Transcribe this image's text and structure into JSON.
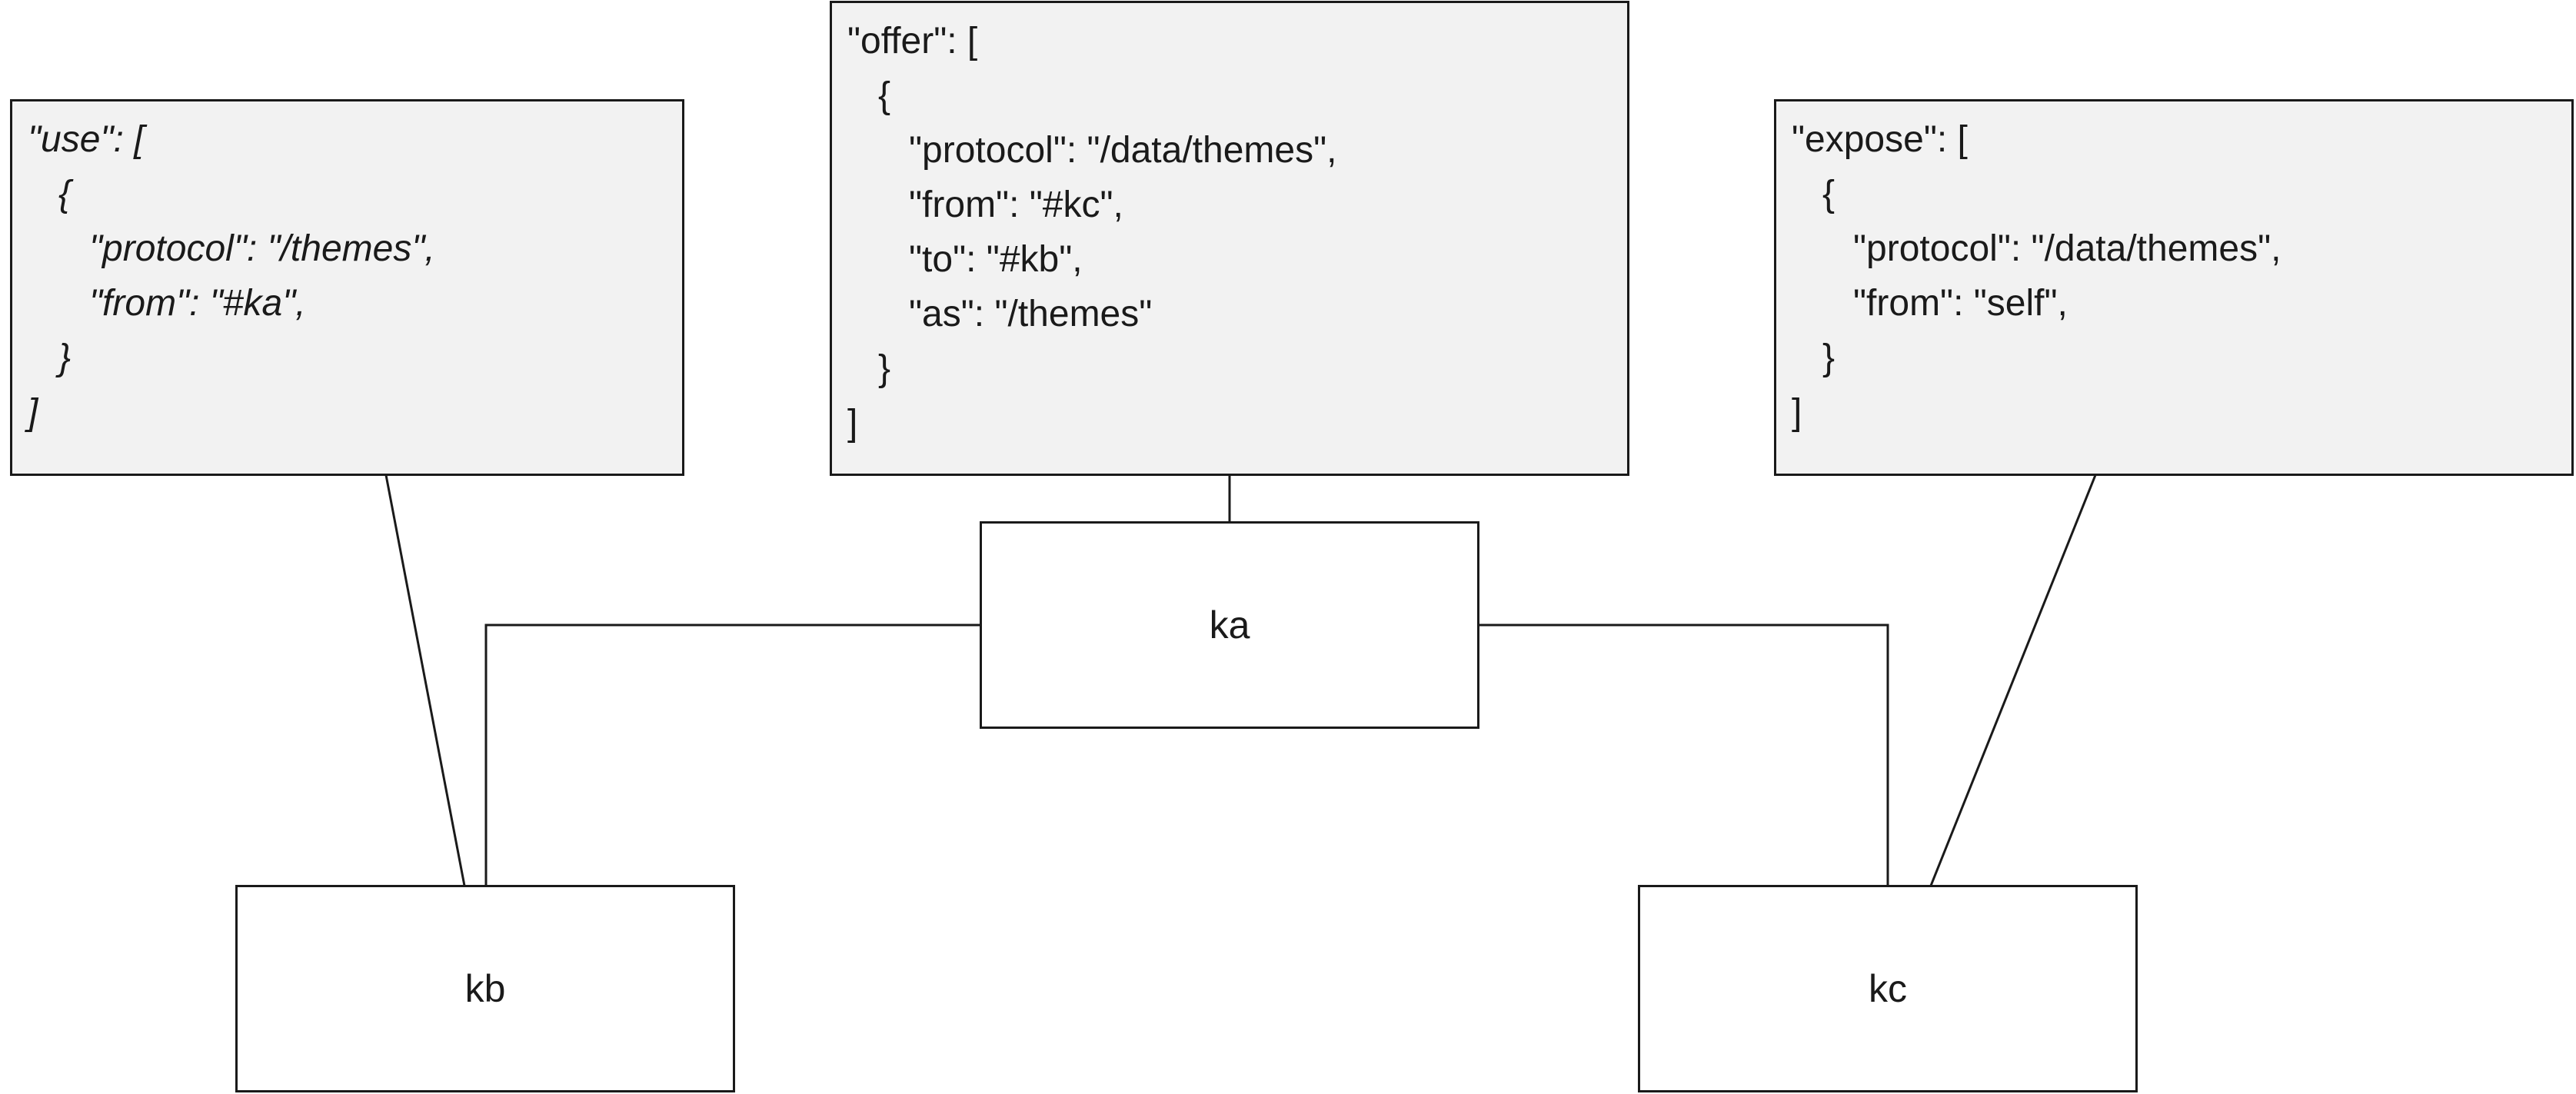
{
  "nodes": {
    "ka": "ka",
    "kb": "kb",
    "kc": "kc"
  },
  "use_box": {
    "lines": [
      "\"use\": [",
      "   {",
      "      \"protocol\": \"/themes\",",
      "      \"from\": \"#ka\",",
      "   }",
      "]"
    ]
  },
  "offer_box": {
    "lines": [
      "\"offer\": [",
      "   {",
      "      \"protocol\": \"/data/themes\",",
      "      \"from\": \"#kc\",",
      "      \"to\": \"#kb\",",
      "      \"as\": \"/themes\"",
      "   }",
      "]"
    ]
  },
  "expose_box": {
    "lines": [
      "\"expose\": [",
      "   {",
      "      \"protocol\": \"/data/themes\",",
      "      \"from\": \"self\",",
      "   }",
      "]"
    ]
  }
}
